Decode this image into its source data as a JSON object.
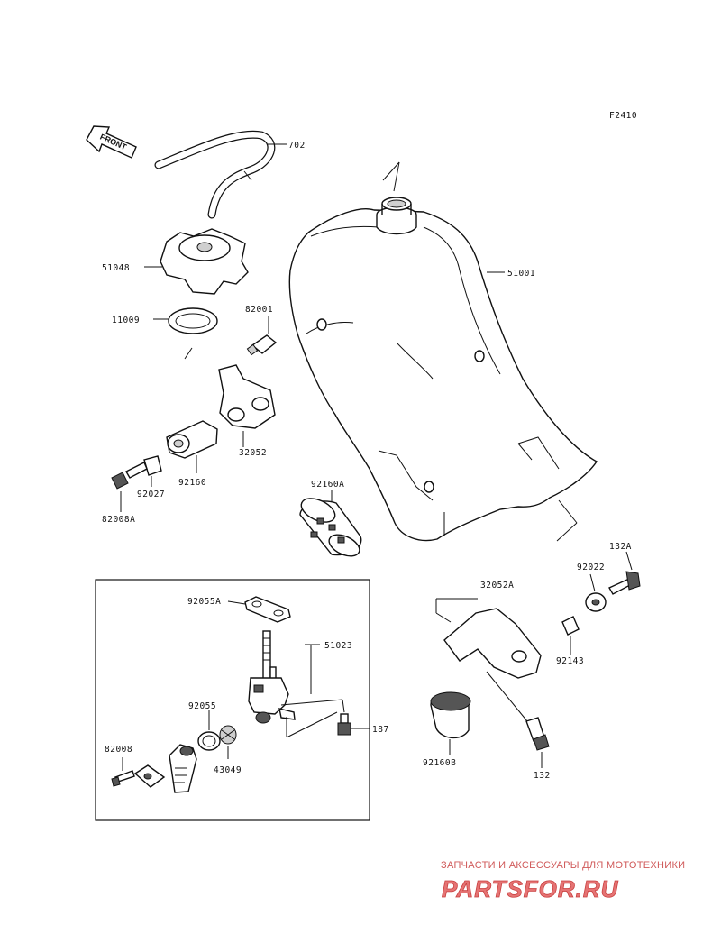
{
  "figure_code": "F2410",
  "front_label": "FRONT",
  "parts": {
    "p702": "702",
    "p51048": "51048",
    "p11009": "11009",
    "p82001": "82001",
    "p32052": "32052",
    "p92160": "92160",
    "p92027": "92027",
    "p82008A": "82008A",
    "p51001": "51001",
    "p92160A": "92160A",
    "p132A": "132A",
    "p92022": "92022",
    "p32052A": "32052A",
    "p92143": "92143",
    "p92055A": "92055A",
    "p51023": "51023",
    "p92055": "92055",
    "p187": "187",
    "p82008": "82008",
    "p43049": "43049",
    "p92160B": "92160B",
    "p132": "132"
  },
  "watermark": {
    "tagline": "ЗАПЧАСТИ И АКСЕССУАРЫ ДЛЯ МОТОТЕХНИКИ",
    "brand": "PARTSFOR.RU"
  }
}
